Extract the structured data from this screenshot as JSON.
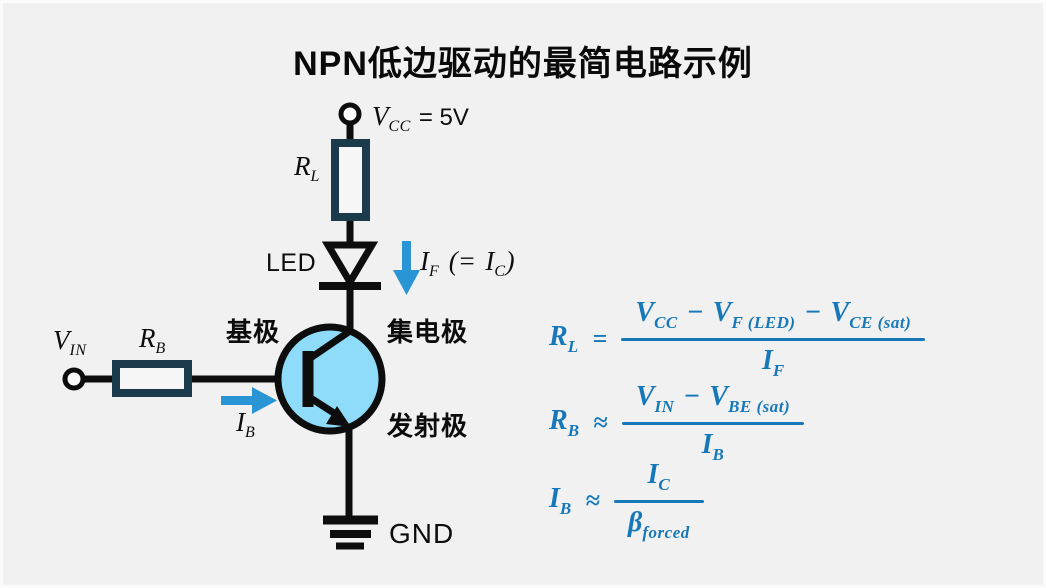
{
  "title": "NPN低边驱动的最简电路示例",
  "colors": {
    "background": "#f1f1f1",
    "wire_black": "#0d0d0d",
    "resistor_outline": "#1b3a4c",
    "transistor_fill": "#8edcf9",
    "arrow_blue": "#2a95d5",
    "formula_blue": "#1778b9"
  },
  "circuit": {
    "vcc": {
      "sym": "V",
      "sub": "CC",
      "value": "= 5V"
    },
    "rl": {
      "sym": "R",
      "sub": "L"
    },
    "led_label": "LED",
    "if_label": {
      "sym": "I",
      "sub": "F",
      "open": "(=",
      "sym2": "I",
      "sub2": "C",
      "close": ")"
    },
    "terminals": {
      "base": "基极",
      "collector": "集电极",
      "emitter": "发射极"
    },
    "vin": {
      "sym": "V",
      "sub": "IN"
    },
    "rb": {
      "sym": "R",
      "sub": "B"
    },
    "ib": {
      "sym": "I",
      "sub": "B"
    },
    "gnd_label": "GND"
  },
  "formulas": [
    {
      "lhs": "R",
      "lhs_sub": "L",
      "rel": "=",
      "n1": "V",
      "n1s": "CC",
      "op1": "−",
      "n2": "V",
      "n2s": "F (LED)",
      "op2": "−",
      "n3": "V",
      "n3s": "CE (sat)",
      "d": "I",
      "ds": "F"
    },
    {
      "lhs": "R",
      "lhs_sub": "B",
      "rel": "≈",
      "n1": "V",
      "n1s": "IN",
      "op1": "−",
      "n2": "V",
      "n2s": "BE (sat)",
      "d": "I",
      "ds": "B"
    },
    {
      "lhs": "I",
      "lhs_sub": "B",
      "rel": "≈",
      "n1": "I",
      "n1s": "C",
      "d": "β",
      "ds": "forced"
    }
  ]
}
